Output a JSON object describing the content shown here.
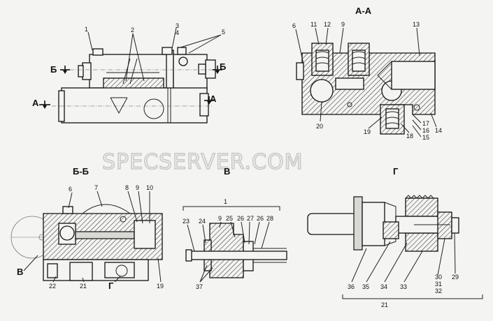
{
  "watermark": "SPECSERVER.COM",
  "views": {
    "main": {
      "callouts": [
        "1",
        "2",
        "3",
        "4",
        "5"
      ],
      "section_marks": {
        "b_left": "Б",
        "b_right": "Б",
        "a_left": "А",
        "a_right": "А"
      }
    },
    "aa": {
      "title": "А-А",
      "callouts": [
        "6",
        "11",
        "12",
        "9",
        "13",
        "20",
        "19",
        "18",
        "17",
        "16",
        "15",
        "14"
      ]
    },
    "bb": {
      "title": "Б-Б",
      "callouts": [
        "6",
        "7",
        "8",
        "9",
        "10",
        "22",
        "21",
        "19"
      ],
      "marks": {
        "v": "В",
        "g": "Г"
      }
    },
    "v": {
      "title": "В",
      "callouts": [
        "1",
        "23",
        "24",
        "9",
        "25",
        "26",
        "27",
        "26",
        "28",
        "37"
      ]
    },
    "g": {
      "title": "Г",
      "callouts": [
        "36",
        "35",
        "34",
        "33",
        "30",
        "31",
        "32",
        "29",
        "21"
      ]
    }
  },
  "colors": {
    "line": "#111111",
    "hatch": "#333333",
    "watermark": "#c9c9c9",
    "paper": "#f4f4f2"
  }
}
